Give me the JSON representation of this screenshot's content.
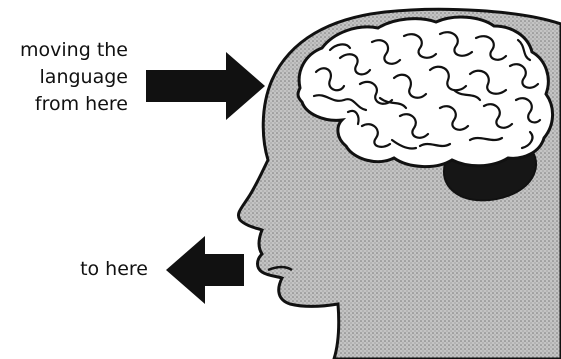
{
  "diagram": {
    "top_label": {
      "lines": [
        "moving the",
        "language",
        "from here"
      ]
    },
    "bottom_label": {
      "text": "to here"
    },
    "icons": {
      "brain": "brain-icon",
      "head": "head-silhouette",
      "arrow_top": "arrow-right-icon",
      "arrow_bottom": "arrow-left-icon"
    },
    "colors": {
      "ink": "#111111",
      "head_fill": "#b8b8b8",
      "brain_fill": "#ffffff",
      "cerebellum_fill": "#161616"
    }
  }
}
